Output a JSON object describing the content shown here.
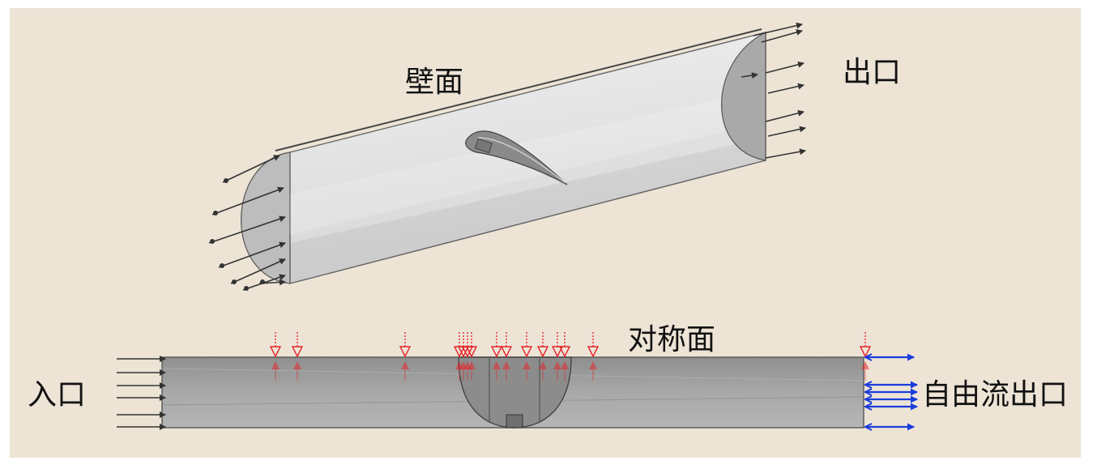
{
  "colors": {
    "background": "#ede4d6",
    "mesh_light": "#e6e6e6",
    "mesh_shade": "#c8c8c8",
    "mesh_dark": "#9a9a9a",
    "arrow_dark": "#333333",
    "arrow_red": "#e8242a",
    "arrow_blue": "#1a3ddc"
  },
  "labels": {
    "wall": "壁面",
    "outlet": "出口",
    "symmetry": "对称面",
    "inlet": "入口",
    "free_outlet": "自由流出口"
  },
  "icons": {
    "inlet_arrows": "arrow-right-icon",
    "outlet_arrows": "arrow-right-icon",
    "load_markers": "triangle-down-icon",
    "free_outlet_arrows": "double-arrow-icon"
  }
}
